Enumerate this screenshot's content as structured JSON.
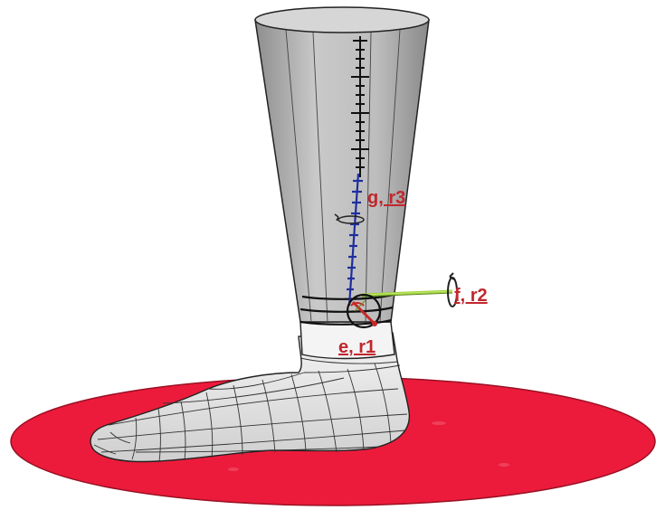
{
  "labels": {
    "g_r3": "g, r3",
    "f_r2": "f, r2",
    "e_r1": "e, r1"
  },
  "colors": {
    "platform": "#ec1b3b",
    "platform_edge": "#9a1024",
    "leg_fill": "#b9b9b9",
    "leg_light": "#e2e2e2",
    "axis_r3": "#1f2e9e",
    "axis_r2": "#9ed13a",
    "axis_r1": "#c62828",
    "label_red": "#c0272d",
    "scale_black": "#111111"
  },
  "icons": {
    "rotation_r3": "rotation-arrow-icon",
    "rotation_r2": "rotation-arrow-icon",
    "rotation_r1": "rotation-circle-icon"
  }
}
